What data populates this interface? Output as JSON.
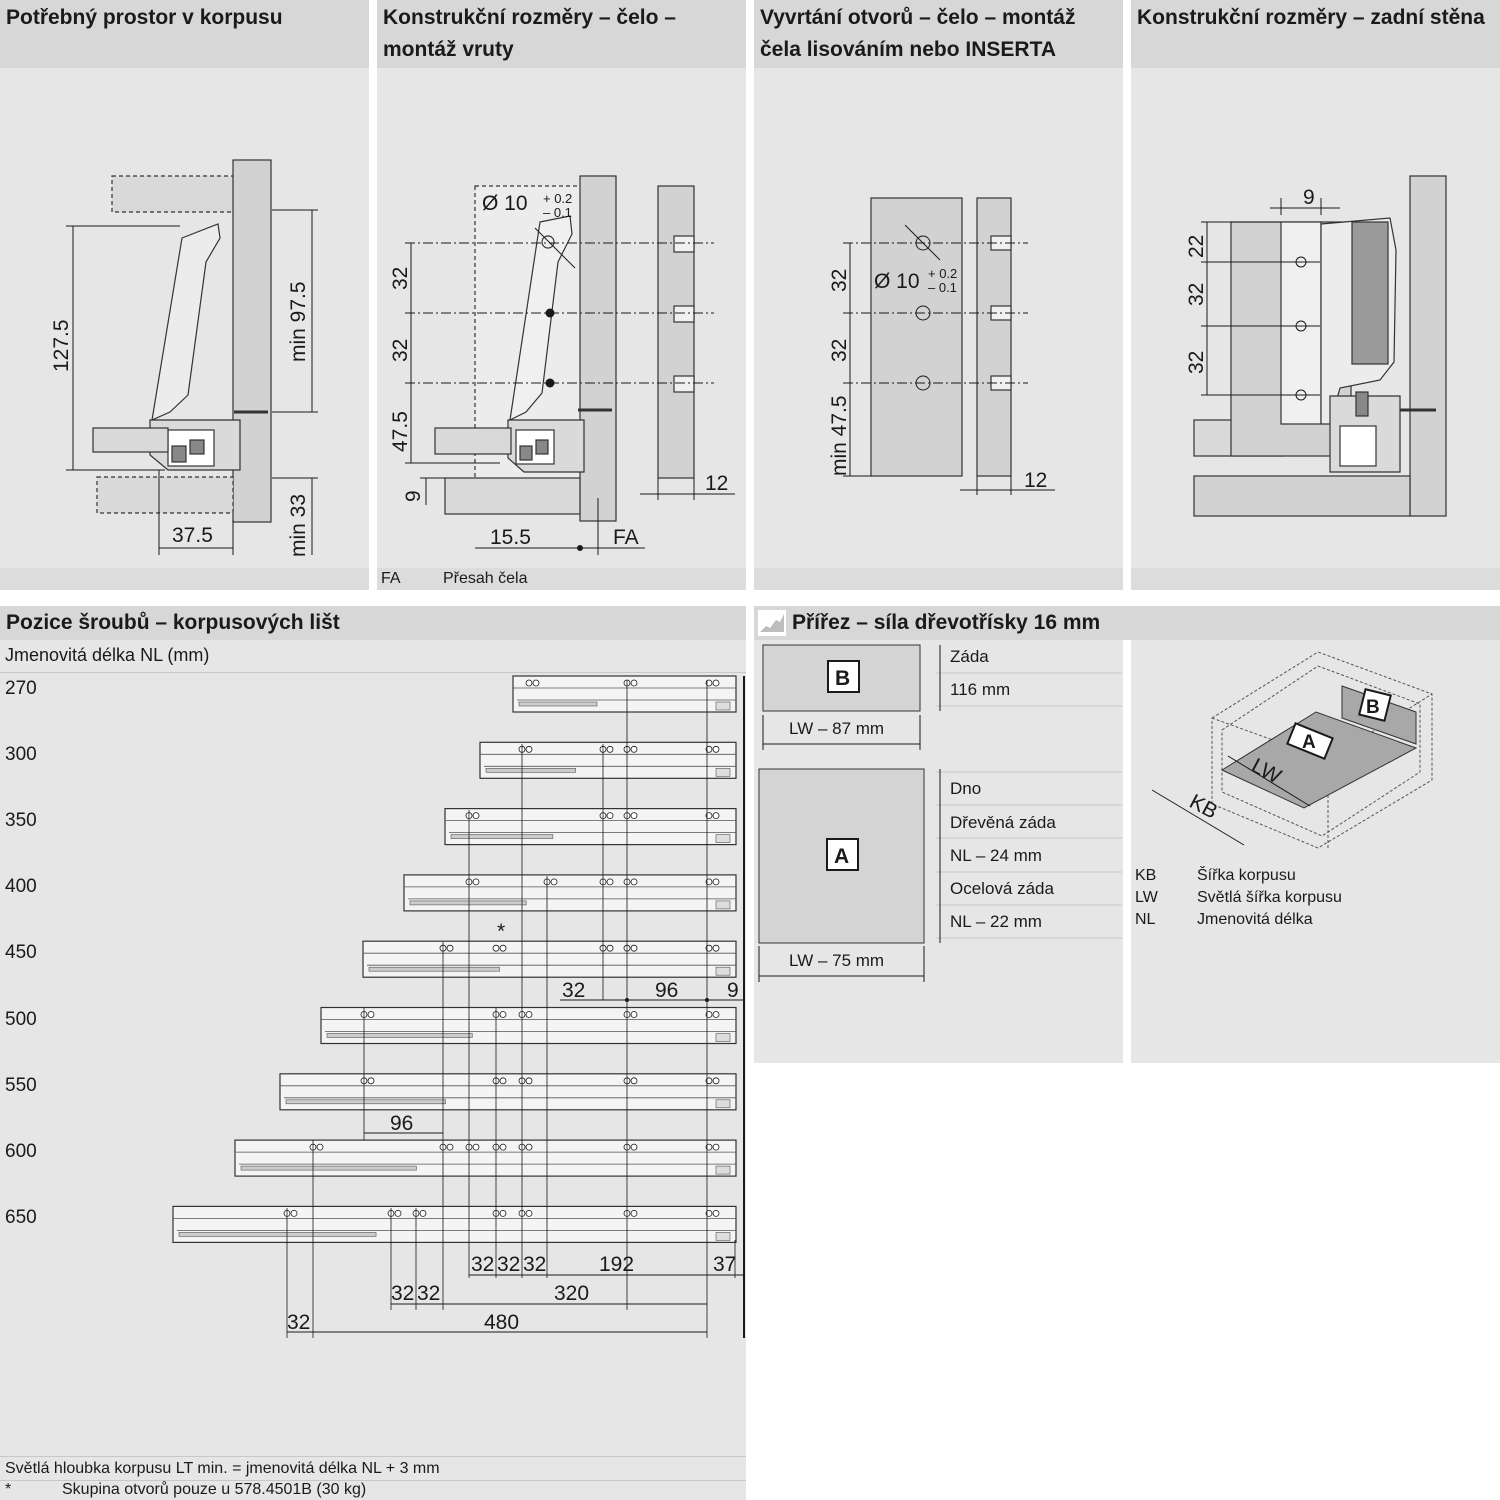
{
  "panels": {
    "p1_title": "Potřebný prostor v korpusu",
    "p2_title": "Konstrukční rozměry – čelo – montáž vruty",
    "p3_title": "Vyvrtání otvorů – čelo – montáž čela lisováním nebo INSERTA",
    "p4_title": "Konstrukční rozměry – zadní stěna",
    "p5_title": "Pozice šroubů – korpusových lišt",
    "p5_subtitle": "Jmenovitá délka NL (mm)",
    "p6_title": "Přířez – síla dřevotřísky 16 mm"
  },
  "p1": {
    "d_127_5": "127.5",
    "d_min_97_5": "min 97.5",
    "d_min_33": "min 33",
    "d_37_5": "37.5"
  },
  "p2": {
    "d_diam": "Ø 10",
    "tol_plus": "+ 0.2",
    "tol_minus": "– 0.1",
    "d_32a": "32",
    "d_32b": "32",
    "d_47_5": "47.5",
    "d_9": "9",
    "d_15_5": "15.5",
    "d_fa": "FA",
    "d_12": "12",
    "footer_code": "FA",
    "footer_text": "Přesah čela"
  },
  "p3": {
    "d_diam": "Ø 10",
    "tol_plus": "+ 0.2",
    "tol_minus": "– 0.1",
    "d_32a": "32",
    "d_32b": "32",
    "d_min_47_5": "min 47.5",
    "d_12": "12"
  },
  "p4": {
    "d_9": "9",
    "d_22": "22",
    "d_32a": "32",
    "d_32b": "32"
  },
  "p5": {
    "rows": [
      "270",
      "300",
      "350",
      "400",
      "450",
      "500",
      "550",
      "600",
      "650"
    ],
    "asterisk": "*",
    "d_row450_32": "32",
    "d_row450_96": "96",
    "d_row450_9": "9",
    "d_row550_96": "96",
    "bottom1": [
      "32",
      "32",
      "32",
      "192",
      "37"
    ],
    "bottom2": [
      "32",
      "32",
      "320"
    ],
    "bottom3": [
      "32",
      "480"
    ],
    "note1": "Světlá hloubka korpusu LT min. = jmenovitá délka NL + 3 mm",
    "note2_mark": "*",
    "note2": "Skupina otvorů pouze u 578.4501B (30 kg)"
  },
  "p6": {
    "panel_b": "B",
    "panel_a": "A",
    "b_lbl1": "Záda",
    "b_lbl2": "116 mm",
    "b_width": "LW – 87 mm",
    "a_lbl1": "Dno",
    "a_lbl2": "Dřevěná záda",
    "a_lbl3": "NL – 24 mm",
    "a_lbl4": "Ocelová záda",
    "a_lbl5": "NL – 22 mm",
    "a_width": "LW – 75 mm",
    "iso_a": "A",
    "iso_b": "B",
    "iso_lw": "LW",
    "iso_kb": "KB",
    "legend": [
      {
        "code": "KB",
        "text": "Šířka korpusu"
      },
      {
        "code": "LW",
        "text": "Světlá šířka korpusu"
      },
      {
        "code": "NL",
        "text": "Jmenovitá délka"
      }
    ]
  }
}
